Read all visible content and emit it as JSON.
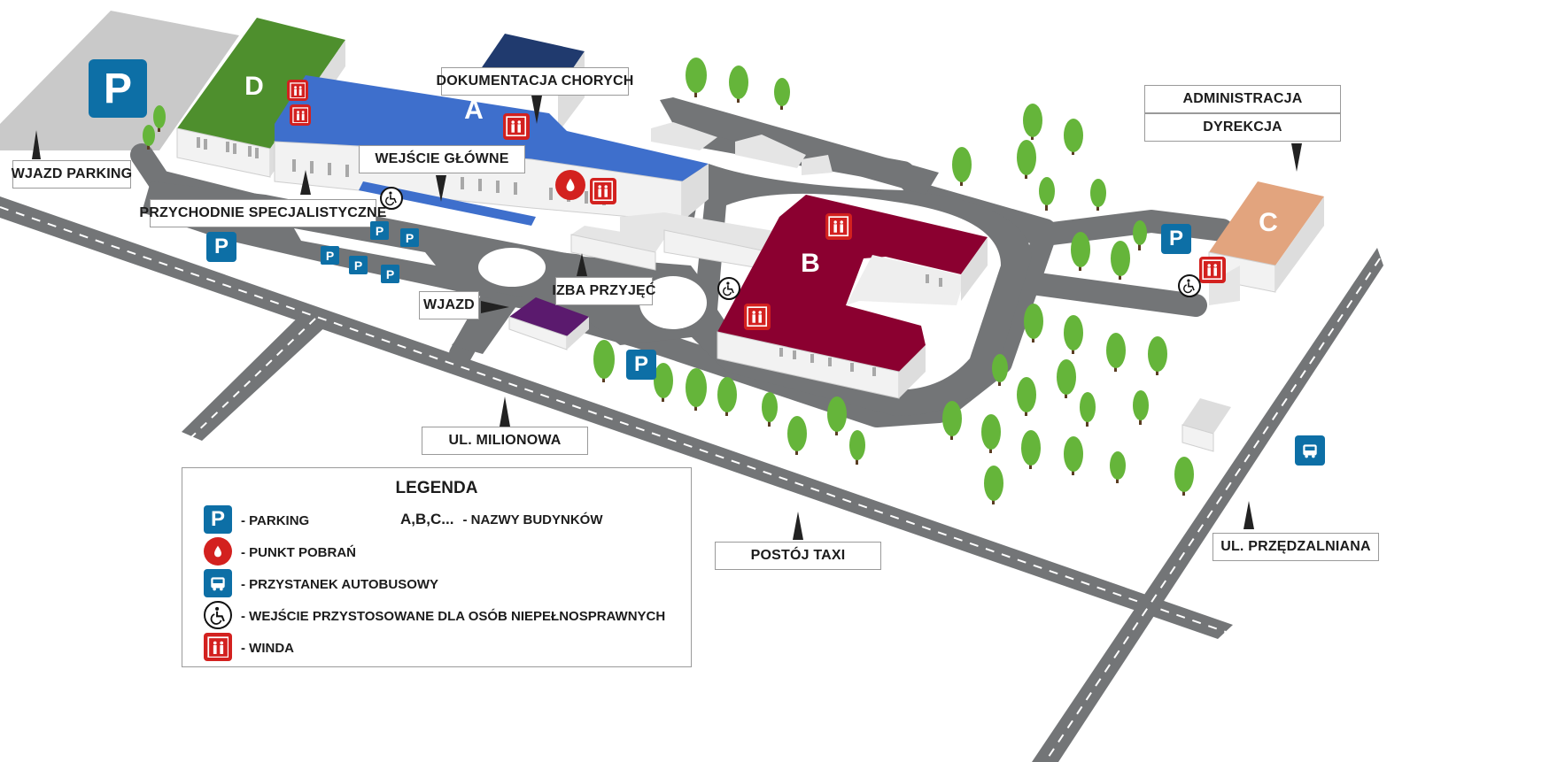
{
  "buildings": {
    "a": "A",
    "b": "B",
    "c": "C",
    "d": "D"
  },
  "labels": {
    "wjazd_parking": "WJAZD PARKING",
    "dokumentacja": "DOKUMENTACJA CHORYCH",
    "wejscie_glowne": "WEJŚCIE GŁÓWNE",
    "przychodnie": "PRZYCHODNIE SPECJALISTYCZNE",
    "izba_przyjec": "IZBA PRZYJĘĆ",
    "wjazd": "WJAZD",
    "administracja": "ADMINISTRACJA",
    "dyrekcja": "DYREKCJA",
    "ul_milionowa": "UL. MILIONOWA",
    "postoj_taxi": "POSTÓJ TAXI",
    "ul_przedzalniana": "UL. PRZĘDZALNIANA"
  },
  "icons": {
    "parking_letter": "P"
  },
  "legend": {
    "title": "LEGENDA",
    "parking": "- PARKING",
    "names_sample": "A,B,C...",
    "names": "- NAZWY BUDYNKÓW",
    "blood": "- PUNKT POBRAŃ",
    "bus": "- PRZYSTANEK AUTOBUSOWY",
    "accessible": "- WEJŚCIE PRZYSTOSOWANE DLA OSÓB NIEPEŁNOSPRAWNYCH",
    "elevator": "- WINDA"
  },
  "colors": {
    "building_a": "#3e6fcc",
    "building_b": "#8b0030",
    "building_c": "#e2a47e",
    "building_d": "#4e8f2d",
    "records": "#203a6e",
    "purple": "#5b1a6e",
    "road": "#737577",
    "parking_lot": "#c9c9c9",
    "parking_icon": "#0d6fa6",
    "elevator": "#d3211f",
    "tree": "#65b53a"
  }
}
